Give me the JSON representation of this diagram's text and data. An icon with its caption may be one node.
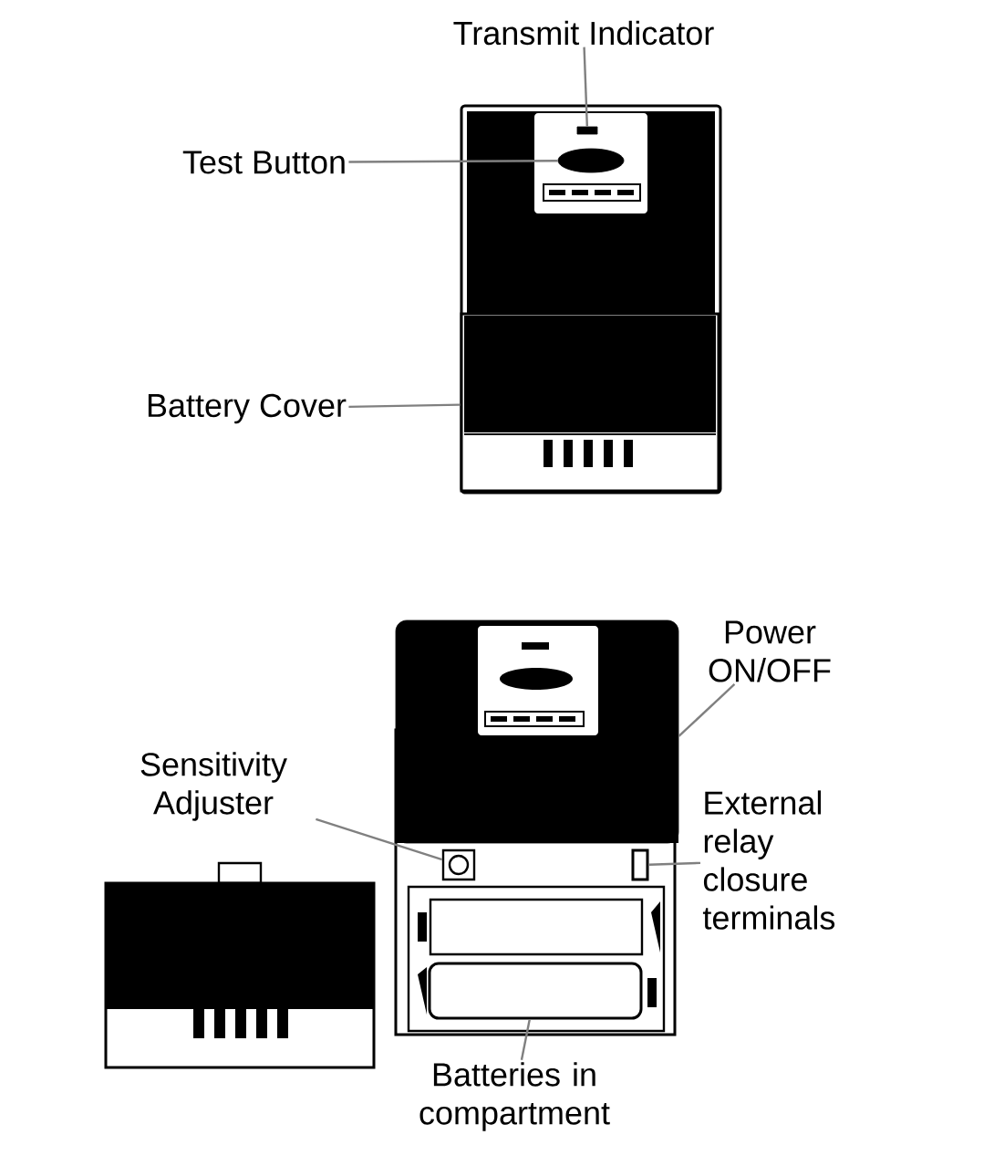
{
  "diagram": {
    "nodes": [
      {
        "text": [
          "Transmit Indicator"
        ]
      },
      {
        "text": [],
        "shape": "bar"
      },
      {
        "text": [
          "Test Button"
        ]
      },
      {
        "text": [],
        "shape": "ellipse"
      },
      {
        "text": [
          "Battery Cover"
        ]
      },
      {
        "text": [],
        "shape": "box"
      },
      {
        "text": [
          "Power ON/OFF"
        ]
      },
      {
        "text": [
          "Sensitivity Adjuster"
        ]
      },
      {
        "text": [],
        "shape": "box"
      },
      {
        "text": [
          "External relay closure terminals"
        ]
      },
      {
        "text": [],
        "shape": "box"
      },
      {
        "text": [
          "Batteries in compartment"
        ]
      },
      {
        "text": [],
        "shape": "box"
      },
      {
        "text": [],
        "shape": "box"
      }
    ],
    "edges": [
      {
        "from": 0,
        "to": 1,
        "arrow": "none"
      },
      {
        "from": 2,
        "to": 3,
        "arrow": "none"
      },
      {
        "from": 4,
        "to": 5,
        "arrow": "none"
      },
      {
        "from": 6,
        "to": 13,
        "arrow": "none"
      },
      {
        "from": 7,
        "to": 8,
        "arrow": "none"
      },
      {
        "from": 9,
        "to": 10,
        "arrow": "none"
      },
      {
        "from": 11,
        "to": 12,
        "arrow": "none"
      }
    ]
  }
}
